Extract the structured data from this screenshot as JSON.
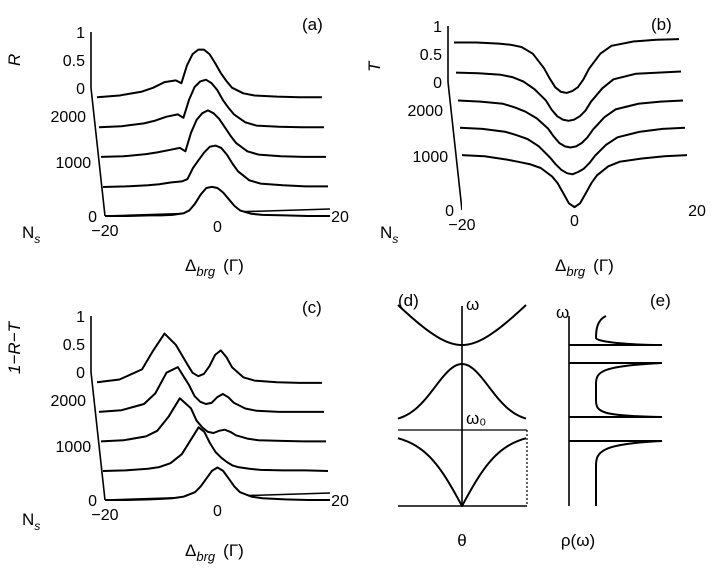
{
  "chart_data": [
    {
      "type": "line",
      "panel": "(a)",
      "zlabel": "R",
      "z_ticks": [
        "1",
        "0.5",
        "0"
      ],
      "n_ticks": [
        "2000",
        "1000",
        "0"
      ],
      "nlabel": "N_s",
      "x_ticks": [
        "−20",
        "0",
        "20"
      ],
      "xlabel": "Δ_brg (Γ)",
      "x": [
        -20,
        -16,
        -12,
        -10,
        -8,
        -6,
        -5,
        -4,
        -3,
        -2,
        -1,
        0,
        1,
        2,
        3,
        4,
        6,
        8,
        12,
        16,
        20
      ],
      "series": [
        {
          "Ns": 0,
          "values": [
            0,
            0,
            0.01,
            0.01,
            0.02,
            0.05,
            0.1,
            0.22,
            0.38,
            0.5,
            0.52,
            0.5,
            0.42,
            0.3,
            0.18,
            0.1,
            0.04,
            0.02,
            0.01,
            0,
            0
          ]
        },
        {
          "Ns": 500,
          "values": [
            0,
            0.01,
            0.03,
            0.05,
            0.08,
            0.1,
            0.14,
            0.34,
            0.48,
            0.62,
            0.72,
            0.74,
            0.7,
            0.58,
            0.42,
            0.28,
            0.12,
            0.06,
            0.03,
            0.01,
            0.01
          ]
        },
        {
          "Ns": 1000,
          "values": [
            0.02,
            0.03,
            0.07,
            0.1,
            0.14,
            0.18,
            0.12,
            0.45,
            0.68,
            0.8,
            0.85,
            0.8,
            0.7,
            0.55,
            0.4,
            0.27,
            0.12,
            0.06,
            0.03,
            0.02,
            0.02
          ]
        },
        {
          "Ns": 1500,
          "values": [
            0.03,
            0.05,
            0.1,
            0.15,
            0.22,
            0.26,
            0.2,
            0.52,
            0.75,
            0.85,
            0.88,
            0.82,
            0.7,
            0.52,
            0.38,
            0.26,
            0.12,
            0.06,
            0.04,
            0.03,
            0.03
          ]
        },
        {
          "Ns": 2000,
          "values": [
            0.05,
            0.08,
            0.15,
            0.22,
            0.32,
            0.35,
            0.3,
            0.62,
            0.82,
            0.9,
            0.9,
            0.82,
            0.66,
            0.48,
            0.34,
            0.22,
            0.12,
            0.08,
            0.06,
            0.05,
            0.05
          ]
        }
      ]
    },
    {
      "type": "line",
      "panel": "(b)",
      "zlabel": "T",
      "z_ticks": [
        "1",
        "0.5",
        "0"
      ],
      "n_ticks": [
        "2000",
        "1000",
        "0"
      ],
      "nlabel": "N_s",
      "x_ticks": [
        "−20",
        "0",
        "20"
      ],
      "xlabel": "Δ_brg (Γ)",
      "x": [
        -20,
        -16,
        -12,
        -10,
        -8,
        -6,
        -4,
        -3,
        -2,
        -1,
        0,
        1,
        2,
        3,
        4,
        6,
        8,
        12,
        16,
        20
      ],
      "series": [
        {
          "Ns": 0,
          "values": [
            0.98,
            0.96,
            0.9,
            0.86,
            0.82,
            0.75,
            0.6,
            0.48,
            0.3,
            0.12,
            0.05,
            0.12,
            0.3,
            0.48,
            0.62,
            0.78,
            0.86,
            0.92,
            0.96,
            0.98
          ]
        },
        {
          "Ns": 500,
          "values": [
            0.95,
            0.93,
            0.88,
            0.82,
            0.75,
            0.62,
            0.42,
            0.3,
            0.2,
            0.14,
            0.12,
            0.16,
            0.22,
            0.32,
            0.45,
            0.65,
            0.78,
            0.88,
            0.93,
            0.95
          ]
        },
        {
          "Ns": 1000,
          "values": [
            0.92,
            0.9,
            0.86,
            0.8,
            0.72,
            0.6,
            0.42,
            0.28,
            0.16,
            0.1,
            0.08,
            0.1,
            0.16,
            0.26,
            0.4,
            0.62,
            0.76,
            0.86,
            0.9,
            0.92
          ]
        },
        {
          "Ns": 1500,
          "values": [
            0.9,
            0.89,
            0.86,
            0.82,
            0.74,
            0.6,
            0.4,
            0.24,
            0.12,
            0.06,
            0.04,
            0.06,
            0.12,
            0.22,
            0.38,
            0.62,
            0.78,
            0.88,
            0.9,
            0.92
          ]
        },
        {
          "Ns": 2000,
          "values": [
            0.92,
            0.92,
            0.9,
            0.88,
            0.84,
            0.72,
            0.46,
            0.28,
            0.12,
            0.04,
            0.02,
            0.05,
            0.12,
            0.26,
            0.45,
            0.72,
            0.86,
            0.94,
            0.97,
            0.98
          ]
        }
      ]
    },
    {
      "type": "line",
      "panel": "(c)",
      "zlabel": "1−R−T",
      "z_ticks": [
        "1",
        "0.5",
        "0"
      ],
      "n_ticks": [
        "2000",
        "1000",
        "0"
      ],
      "nlabel": "N_s",
      "x_ticks": [
        "−20",
        "0",
        "20"
      ],
      "xlabel": "Δ_brg (Γ)",
      "x": [
        -20,
        -16,
        -12,
        -10,
        -8,
        -6,
        -4,
        -3,
        -2,
        -1,
        0,
        1,
        2,
        3,
        4,
        6,
        8,
        12,
        16,
        20
      ],
      "series": [
        {
          "Ns": 0,
          "values": [
            0,
            0,
            0.01,
            0.02,
            0.03,
            0.06,
            0.14,
            0.24,
            0.38,
            0.52,
            0.58,
            0.52,
            0.38,
            0.24,
            0.14,
            0.06,
            0.03,
            0.01,
            0,
            0
          ]
        },
        {
          "Ns": 500,
          "values": [
            0,
            0.01,
            0.04,
            0.07,
            0.14,
            0.3,
            0.62,
            0.78,
            0.7,
            0.5,
            0.34,
            0.24,
            0.16,
            0.1,
            0.07,
            0.04,
            0.02,
            0.01,
            0.01,
            0
          ]
        },
        {
          "Ns": 1000,
          "values": [
            0.01,
            0.03,
            0.1,
            0.2,
            0.45,
            0.78,
            0.6,
            0.38,
            0.26,
            0.18,
            0.16,
            0.2,
            0.22,
            0.18,
            0.12,
            0.06,
            0.03,
            0.02,
            0.01,
            0.01
          ]
        },
        {
          "Ns": 1500,
          "values": [
            0.02,
            0.05,
            0.16,
            0.35,
            0.72,
            0.82,
            0.5,
            0.3,
            0.2,
            0.16,
            0.18,
            0.28,
            0.34,
            0.28,
            0.18,
            0.08,
            0.04,
            0.02,
            0.02,
            0.02
          ]
        },
        {
          "Ns": 2000,
          "values": [
            0.03,
            0.08,
            0.26,
            0.6,
            0.9,
            0.7,
            0.36,
            0.2,
            0.14,
            0.18,
            0.32,
            0.52,
            0.6,
            0.48,
            0.3,
            0.12,
            0.06,
            0.03,
            0.02,
            0.02
          ]
        }
      ]
    },
    {
      "type": "line",
      "panel": "(d)",
      "ylabel": "ω",
      "xlabel": "θ",
      "level_label": "ω₀",
      "description_lines": [
        "upper band",
        "middle band",
        "lower band"
      ]
    },
    {
      "type": "line",
      "panel": "(e)",
      "ylabel": "ω",
      "xlabel": "ρ(ω)"
    }
  ]
}
